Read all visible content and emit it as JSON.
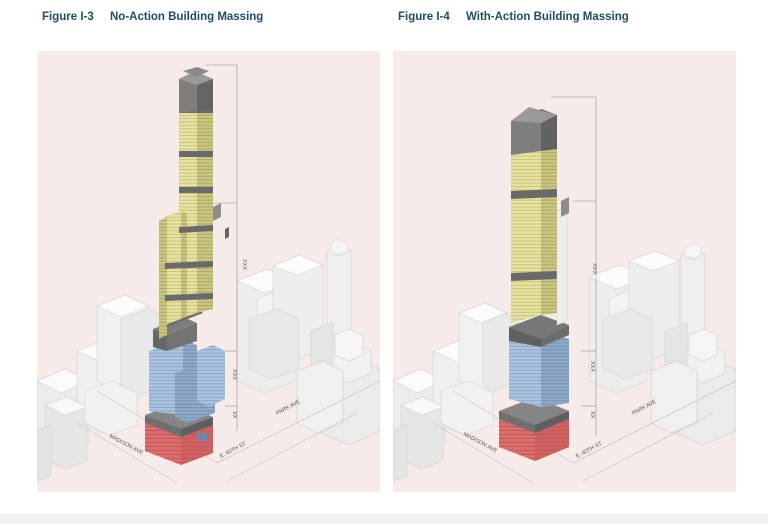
{
  "figures": [
    {
      "number": "Figure I-3",
      "title": "No-Action Building Massing",
      "labels": {
        "street_madison": "MADISON AVE",
        "street_60th": "E. 60TH ST",
        "street_park": "PARK AVE",
        "height_a": "XXX",
        "height_b": "XXX",
        "height_c": "XX"
      }
    },
    {
      "number": "Figure I-4",
      "title": "With-Action Building Massing",
      "labels": {
        "street_madison": "MADISON AVE",
        "street_60th": "E. 60TH ST",
        "street_park": "PARK AVE",
        "height_a": "XXX",
        "height_b": "XXX",
        "height_c": "XX"
      }
    }
  ],
  "colors": {
    "panel_background": "#f7ebe9",
    "residential": "#e8e3a2",
    "office": "#a8c1de",
    "retail": "#d96a6a",
    "mechanical": "#707070",
    "context_buildings": "#f2f2f2",
    "heading": "#1f4e63"
  }
}
